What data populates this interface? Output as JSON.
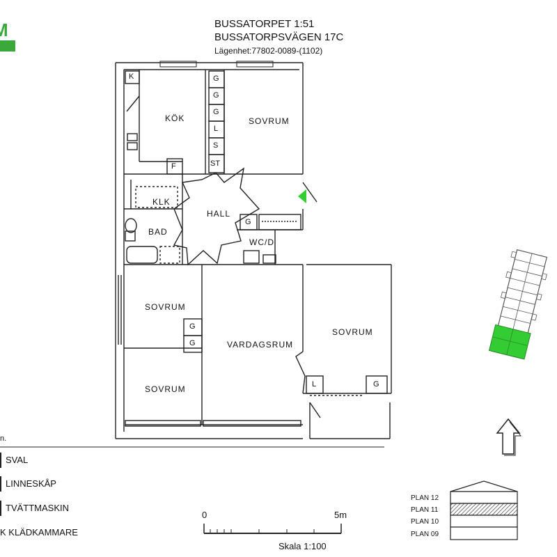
{
  "header": {
    "title": "BUSSATORPET 1:51",
    "address": "BUSSATORPSVÄGEN 17C",
    "apartment": "Lägenhet:77802-0089-(1102)",
    "logo_letter": "M"
  },
  "colors": {
    "brand_green": "#3aa83a",
    "highlight_green": "#33cc33",
    "wall": "#222222",
    "fixture": "#555555"
  },
  "rooms": {
    "kok": "KÖK",
    "sovrum_top": "SOVRUM",
    "klk": "KLK",
    "hall": "HALL",
    "bad": "BAD",
    "wcd": "WC/D",
    "sovrum_left_upper": "SOVRUM",
    "vardagsrum": "VARDAGSRUM",
    "sovrum_right": "SOVRUM",
    "sovrum_left_lower": "SOVRUM"
  },
  "fixtures": {
    "k": "K",
    "f": "F",
    "g": "G",
    "l": "L",
    "s": "S",
    "st": "ST"
  },
  "legend": {
    "note": "n.",
    "items": [
      "SVAL",
      "LINNESKÅP",
      "TVÄTTMASKIN",
      "K KLÄDKAMMARE"
    ]
  },
  "scale": {
    "zero": "0",
    "five": "5m",
    "label": "Skala 1:100"
  },
  "plans": [
    "PLAN 12",
    "PLAN 11",
    "PLAN 10",
    "PLAN 09"
  ],
  "current_plan": "PLAN 11"
}
